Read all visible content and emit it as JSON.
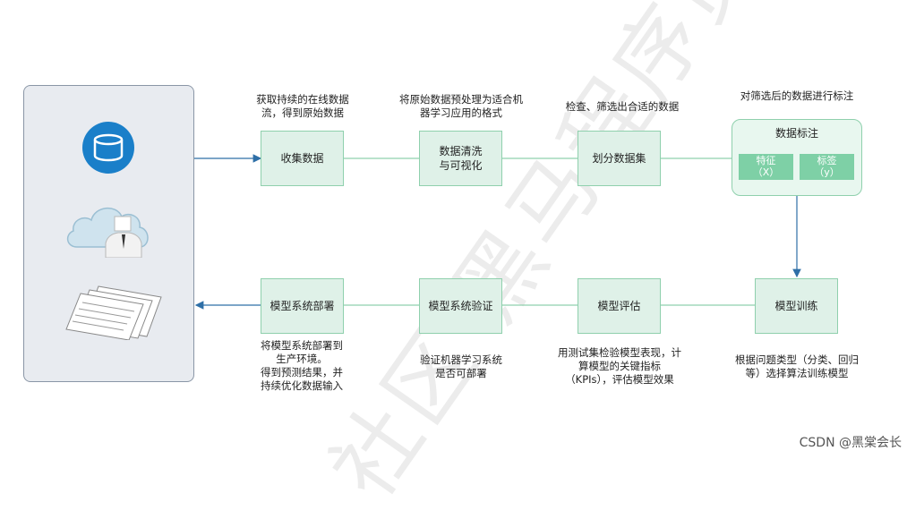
{
  "watermark": "社区·黑马程序员",
  "signature": "CSDN @黑棠会长",
  "top_row": {
    "collect": {
      "label": "收集数据",
      "caption": "获取持续的在线数据流，得到原始数据"
    },
    "clean": {
      "label": "数据清洗与可视化",
      "caption": "将原始数据预处理为适合机器学习应用的格式"
    },
    "split": {
      "label": "划分数据集",
      "caption": "检查、筛选出合适的数据"
    },
    "annotate": {
      "title": "数据标注",
      "caption": "对筛选后的数据进行标注",
      "feature": {
        "name": "特征",
        "symbol": "（X）"
      },
      "label": {
        "name": "标签",
        "symbol": "（y）"
      }
    }
  },
  "bottom_row": {
    "deploy": {
      "label": "模型系统部署",
      "caption_lines": [
        "将模型系统部署到",
        "生产环境。",
        "得到预测结果，并",
        "持续优化数据输入"
      ]
    },
    "verify": {
      "label": "模型系统验证",
      "caption_lines": [
        "验证机器学习系统",
        "是否可部署"
      ]
    },
    "evaluate": {
      "label": "模型评估",
      "caption_lines": [
        "用测试集检验模型表现，计",
        "算模型的关键指标",
        "（KPIs），评估模型效果"
      ]
    },
    "train": {
      "label": "模型训练",
      "caption_lines": [
        "根据问题类型（分类、回归",
        "等）选择算法训练模型"
      ]
    }
  },
  "icons": [
    "database-icon",
    "cloud-user-icon",
    "documents-icon"
  ],
  "colors": {
    "box_fill": "#dff1e8",
    "box_border": "#8fd0ad",
    "tag_fill": "#7ed0a6",
    "arrow": "#2e6fa7",
    "db": "#1a7fc9"
  }
}
